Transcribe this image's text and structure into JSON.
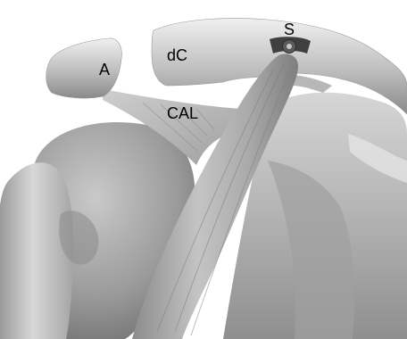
{
  "labels": {
    "acromion": "A",
    "distal_clavicle": "dC",
    "coracoacromial_ligament": "CAL",
    "suture": "S"
  },
  "colors": {
    "background": "#ffffff",
    "bone_light": "#e6e6e6",
    "bone_mid": "#b8b8b8",
    "bone_dark": "#7a7a7a",
    "anchor": "#4a4a4a",
    "label_text": "#000000"
  }
}
